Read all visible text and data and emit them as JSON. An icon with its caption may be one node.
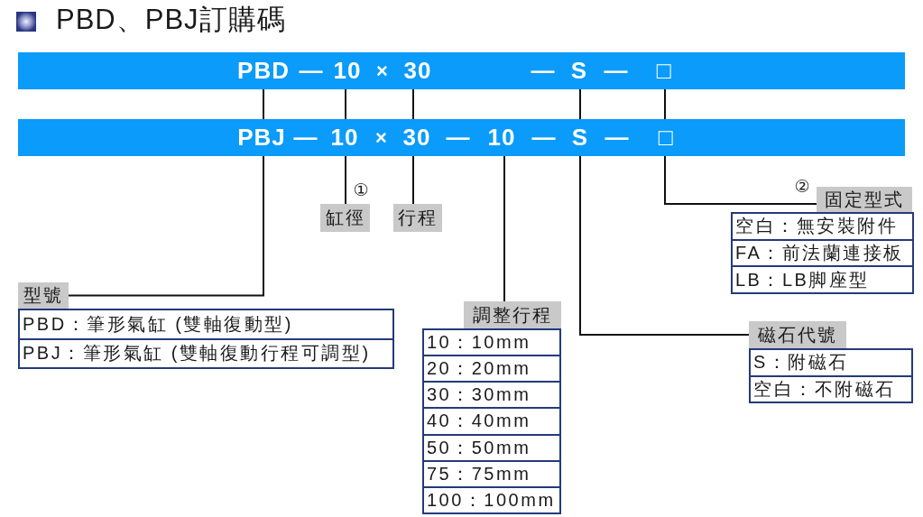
{
  "diagram": {
    "title": "PBD、PBJ訂購碼",
    "nodes": [
      {
        "text": [],
        "shape": "bar"
      },
      {
        "text": [
          "PBD"
        ],
        "in": 0
      },
      {
        "text": [
          "10"
        ],
        "in": 0
      },
      {
        "text": [
          "30"
        ],
        "in": 0
      },
      {
        "text": [
          "S"
        ],
        "in": 0
      },
      {
        "text": [
          "□"
        ],
        "in": 0
      },
      {
        "text": [],
        "shape": "bar"
      },
      {
        "text": [
          "PBJ"
        ],
        "in": 6
      },
      {
        "text": [
          "10"
        ],
        "in": 6
      },
      {
        "text": [
          "30"
        ],
        "in": 6
      },
      {
        "text": [
          "10"
        ],
        "in": 6
      },
      {
        "text": [
          "S"
        ],
        "in": 6
      },
      {
        "text": [
          "□"
        ],
        "in": 6
      },
      {
        "text": [
          "型號"
        ]
      },
      {
        "text": [
          "PBD：筆形氣缸 (雙軸復動型)",
          "PBJ：筆形氣缸 (雙軸復動行程可調型)"
        ]
      },
      {
        "text": [
          "缸徑"
        ],
        "beside": [
          "①"
        ]
      },
      {
        "text": [
          "行程"
        ]
      },
      {
        "text": [
          "調整行程"
        ]
      },
      {
        "text": [
          "10：10mm",
          "20：20mm",
          "30：30mm",
          "40：40mm",
          "50：50mm",
          "75：75mm",
          "100：100mm"
        ]
      },
      {
        "text": [
          "磁石代號"
        ]
      },
      {
        "text": [
          "S：附磁石",
          "空白：不附磁石"
        ]
      },
      {
        "text": [
          "固定型式"
        ],
        "beside": [
          "②"
        ]
      },
      {
        "text": [
          "空白：無安裝附件",
          "FA：前法蘭連接板",
          "LB：LB脚座型"
        ]
      }
    ],
    "edges": [
      {
        "from": 1,
        "to": 7,
        "arrow": "none"
      },
      {
        "from": 2,
        "to": 8,
        "arrow": "none"
      },
      {
        "from": 3,
        "to": 9,
        "arrow": "none"
      },
      {
        "from": 4,
        "to": 11,
        "arrow": "none"
      },
      {
        "from": 5,
        "to": 12,
        "arrow": "none"
      },
      {
        "from": 7,
        "to": 13,
        "arrow": "none"
      },
      {
        "from": 8,
        "to": 15,
        "arrow": "none"
      },
      {
        "from": 9,
        "to": 16,
        "arrow": "none"
      },
      {
        "from": 10,
        "to": 17,
        "arrow": "none"
      },
      {
        "from": 11,
        "to": 19,
        "arrow": "none"
      },
      {
        "from": 12,
        "to": 21,
        "arrow": "none"
      }
    ],
    "labels": [
      "—",
      "×",
      "—",
      "—",
      "—",
      "×",
      "—",
      "—",
      "—"
    ]
  }
}
